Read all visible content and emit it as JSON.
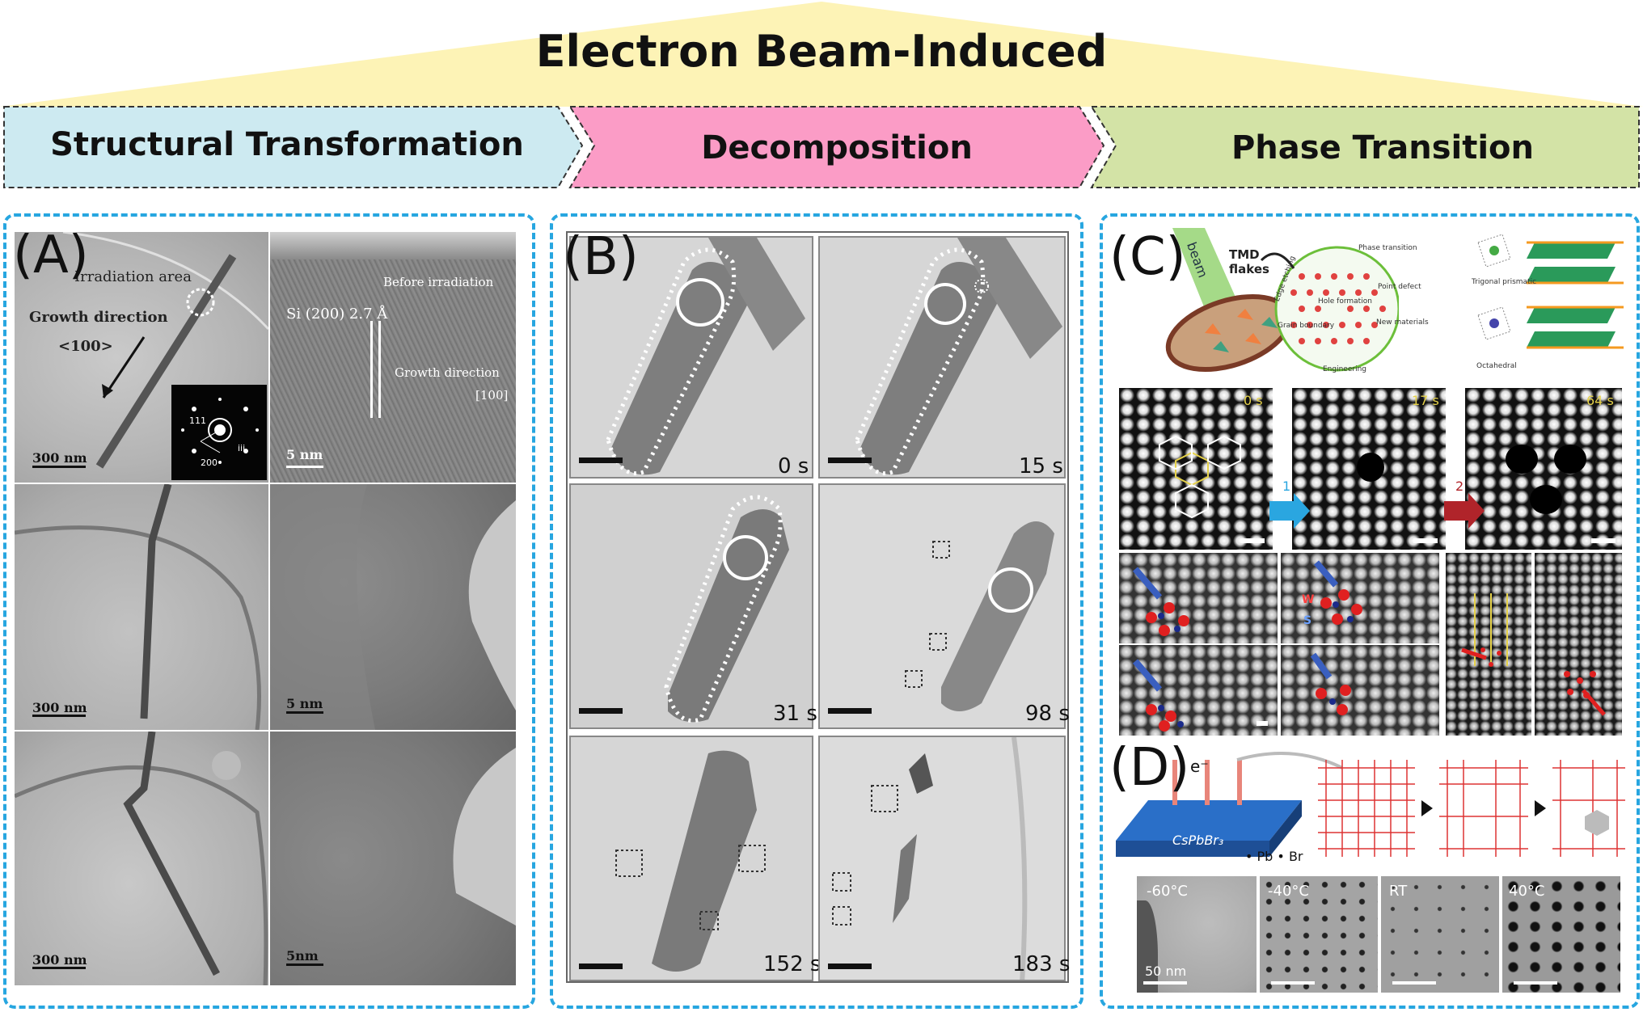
{
  "header": {
    "title": "Electron Beam-Induced",
    "stages": [
      "Structural Transformation",
      "Decomposition",
      "Phase Transition"
    ],
    "colors": {
      "triangle": "#fdf3b6",
      "stage1": "#cdeaf1",
      "stage2": "#fb9cc6",
      "stage3": "#d3e3a6",
      "panel_border": "#27a6e0"
    }
  },
  "panelA": {
    "label": "(A)",
    "irradiation_area": "Irradiation area",
    "growth_direction": "Growth direction",
    "direction_index": "<100>",
    "before_irradiation": "Before irradiation",
    "lattice": "Si (200)  2.7 Å",
    "growth_direction_2": "Growth direction",
    "direction_index_2": "[100]",
    "diffraction_labels": [
      "111",
      "200",
      "iii"
    ],
    "scale_bars": [
      "300 nm",
      "5 nm",
      "300 nm",
      "5 nm",
      "300 nm",
      "5nm"
    ]
  },
  "panelB": {
    "label": "(B)",
    "times": [
      "0 s",
      "15 s",
      "31 s",
      "98 s",
      "152 s",
      "183 s"
    ]
  },
  "panelC": {
    "label": "(C)",
    "beam": "beam",
    "tmd_flakes": "TMD\nflakes",
    "defect_labels": [
      "Edge etching",
      "Hole formation",
      "Phase transition",
      "Point defect",
      "Grain boundary",
      "New materials",
      "Engineering"
    ],
    "structure_labels": [
      "Trigonal prismatic",
      "Octahedral"
    ],
    "frame_labels": [
      "0 s",
      "17 s",
      "64 s"
    ],
    "arrow_numbers": [
      "1",
      "2"
    ],
    "atom_labels": [
      "W",
      "S"
    ]
  },
  "panelD": {
    "label": "(D)",
    "electron": "e⁻",
    "material": "CsPbBr₃",
    "legend": "• Pb • Br",
    "temperatures": [
      "-60°C",
      "-40°C",
      "RT",
      "40°C"
    ],
    "scale": "50 nm"
  }
}
